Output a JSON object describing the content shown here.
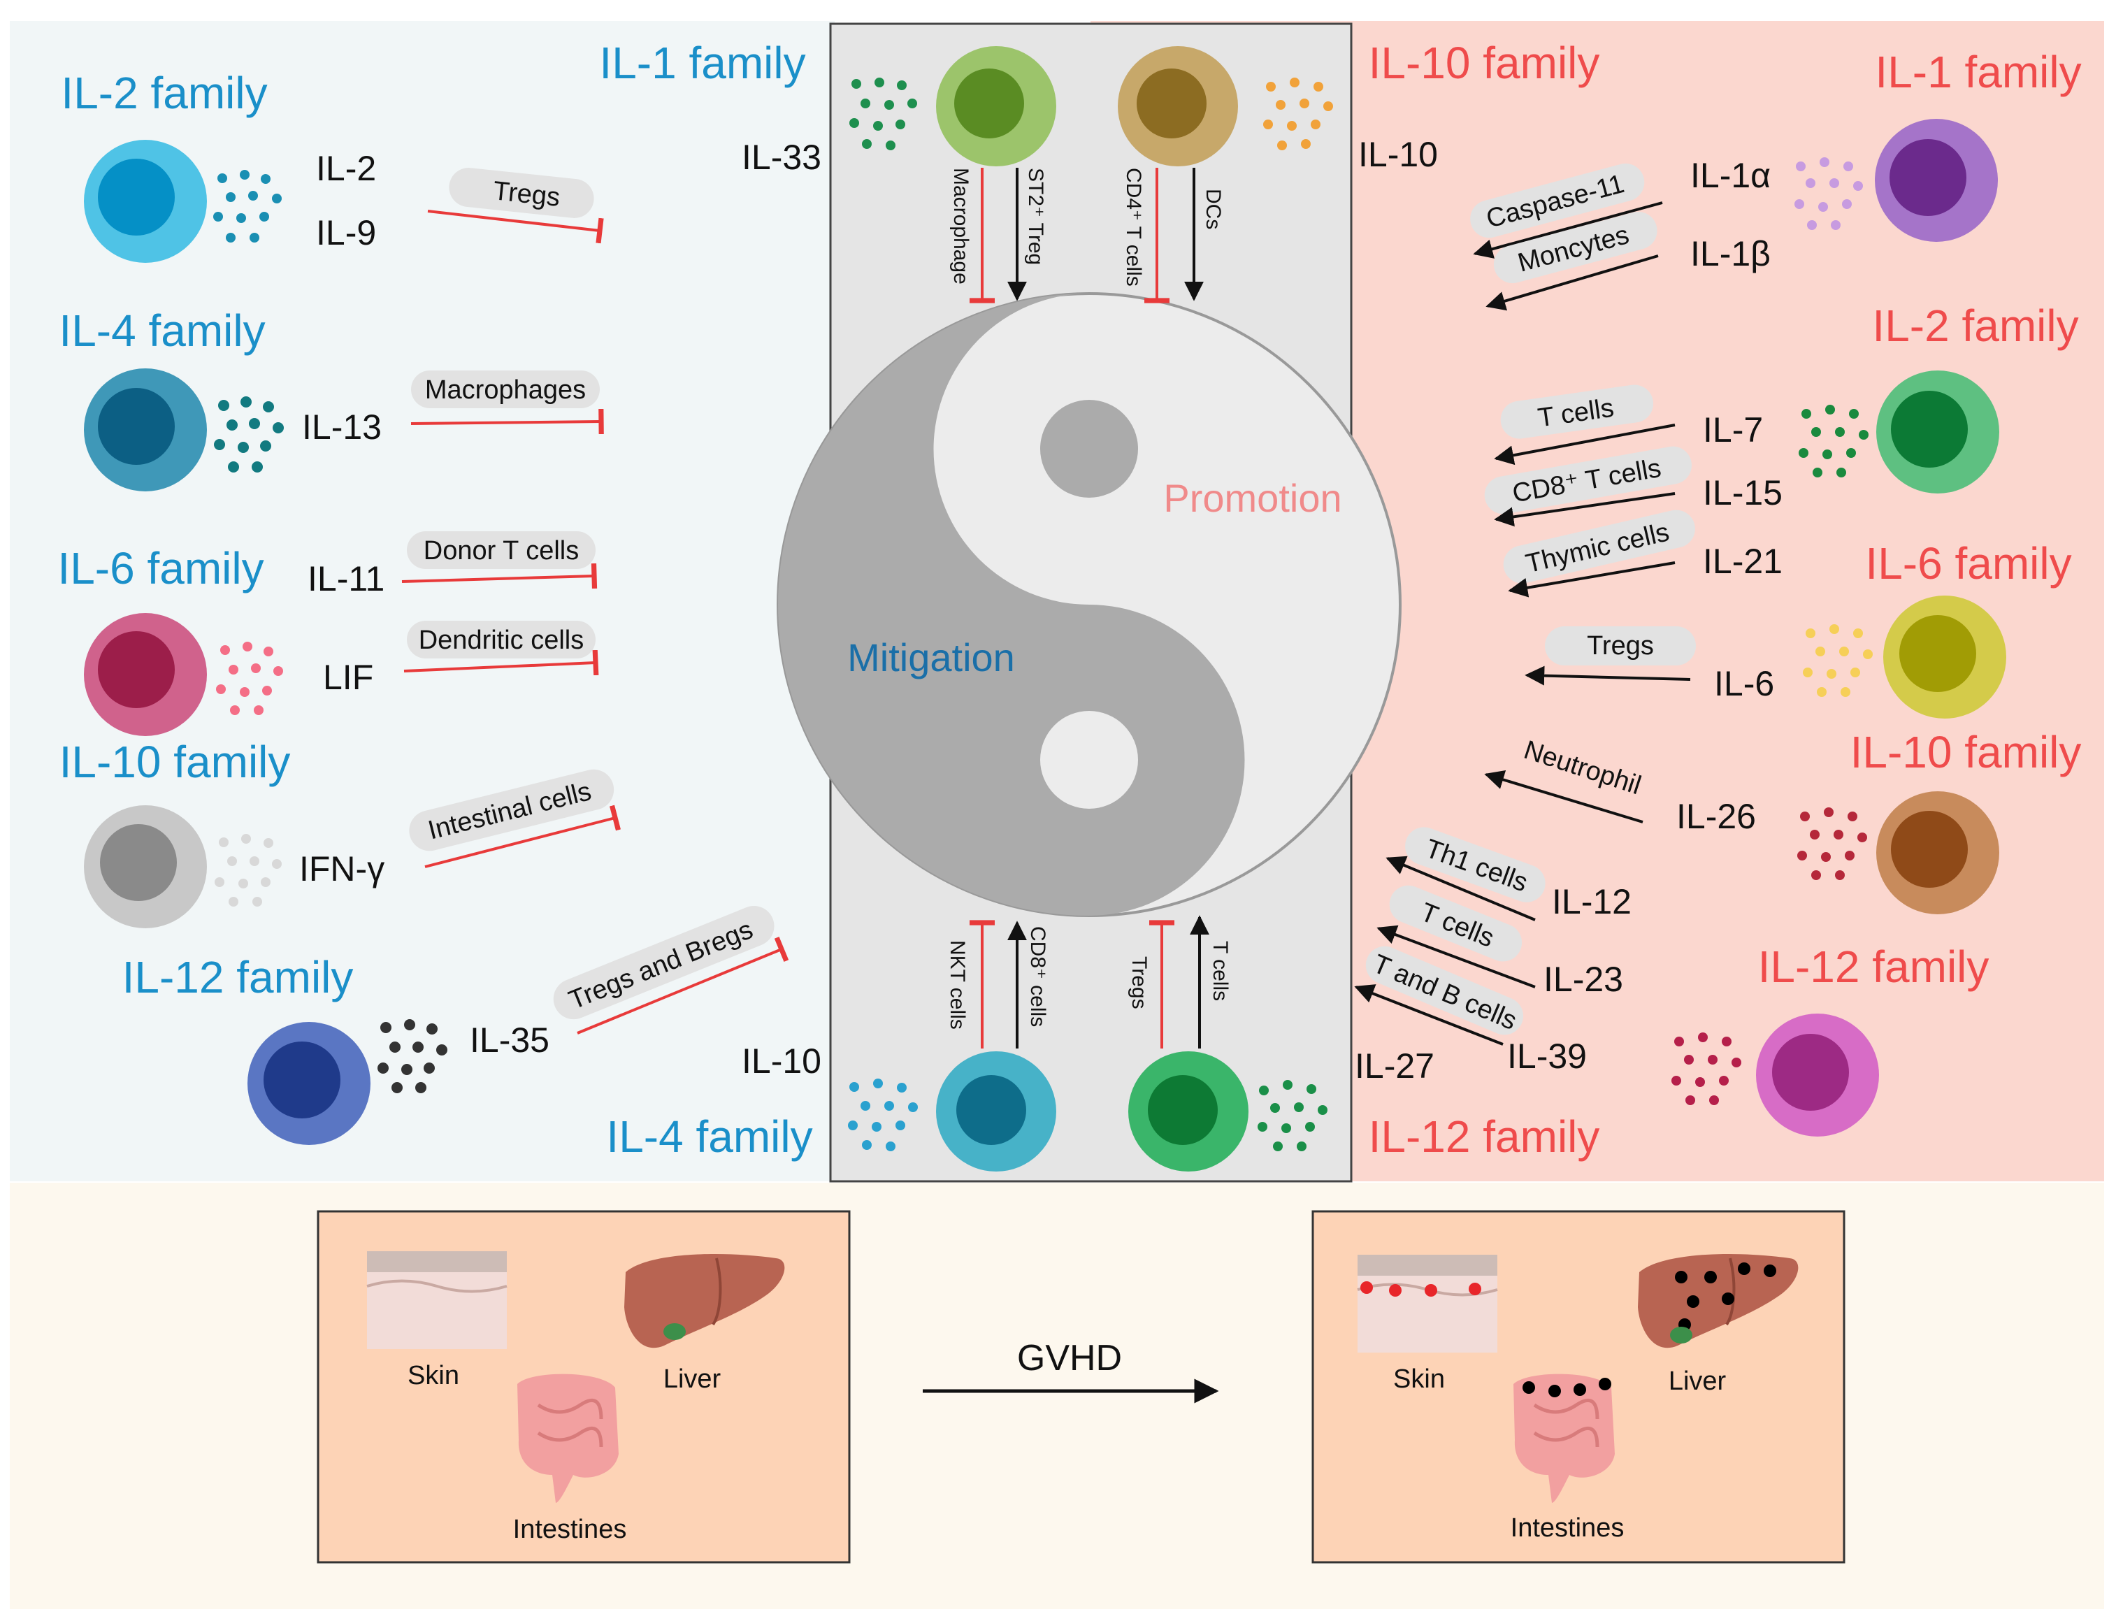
{
  "colors": {
    "blue": "#1a8fc9",
    "red": "#ef4b4b",
    "left_panel": "#f1f6f7",
    "right_panel": "#fbd7cf",
    "center_panel": "#e5e5e5",
    "bottom_panel": "#fdf8ee",
    "organ_box": "#fdd3b6",
    "inhibit_line": "#e83a3a",
    "pill": "#e2e2e2"
  },
  "left_side": {
    "il2_family": {
      "title": "IL-2 family",
      "cytokines": [
        "IL-2",
        "IL-9"
      ],
      "target": "Tregs"
    },
    "il4_family": {
      "title": "IL-4 family",
      "cytokines": [
        "IL-13"
      ],
      "target": "Macrophages"
    },
    "il6_family": {
      "title": "IL-6 family",
      "cytokines": [
        "IL-11",
        "LIF"
      ],
      "targets": [
        "Donor T cells",
        "Dendritic cells"
      ]
    },
    "il10_family": {
      "title": "IL-10 family",
      "cytokines": [
        "IFN-γ"
      ],
      "target": "Intestinal cells"
    },
    "il12_family": {
      "title": "IL-12 family",
      "cytokines": [
        "IL-35"
      ],
      "target": "Tregs and Bregs"
    }
  },
  "center": {
    "top_left": {
      "family": "IL-1 family",
      "cytokine": "IL-33",
      "arrows": [
        "Macrophage",
        "ST2⁺ Treg"
      ]
    },
    "top_right": {
      "family": "IL-10 family",
      "cytokine": "IL-10",
      "arrows": [
        "CD4⁺ T cells",
        "DCs"
      ]
    },
    "bottom_left": {
      "family": "IL-4 family",
      "cytokine": "IL-10",
      "arrows": [
        "NKT cells",
        "CD8⁺ cells"
      ]
    },
    "bottom_right": {
      "family": "IL-12 family",
      "cytokine": "IL-27",
      "arrows": [
        "Tregs",
        "T cells"
      ]
    },
    "mitigation": "Mitigation",
    "promotion": "Promotion"
  },
  "right_side": {
    "il1_family": {
      "title": "IL-1 family",
      "cytokines": [
        "IL-1α",
        "IL-1β"
      ],
      "targets": [
        "Caspase-11",
        "Moncytes"
      ]
    },
    "il2_family": {
      "title": "IL-2 family",
      "cytokines": [
        "IL-7",
        "IL-15",
        "IL-21"
      ],
      "targets": [
        "T cells",
        "CD8⁺ T cells",
        "Thymic cells"
      ]
    },
    "il6_family": {
      "title": "IL-6 family",
      "cytokines": [
        "IL-6"
      ],
      "target": "Tregs"
    },
    "il10_family": {
      "title": "IL-10 family",
      "cytokines": [
        "IL-26"
      ],
      "target": "Neutrophil"
    },
    "il12_family": {
      "title": "IL-12 family",
      "cytokines": [
        "IL-12",
        "IL-23",
        "IL-39"
      ],
      "targets": [
        "Th1 cells",
        "T cells",
        "T and B cells"
      ]
    }
  },
  "bottom": {
    "gvhd": "GVHD",
    "organs": {
      "skin": "Skin",
      "liver": "Liver",
      "intestines": "Intestines"
    }
  }
}
